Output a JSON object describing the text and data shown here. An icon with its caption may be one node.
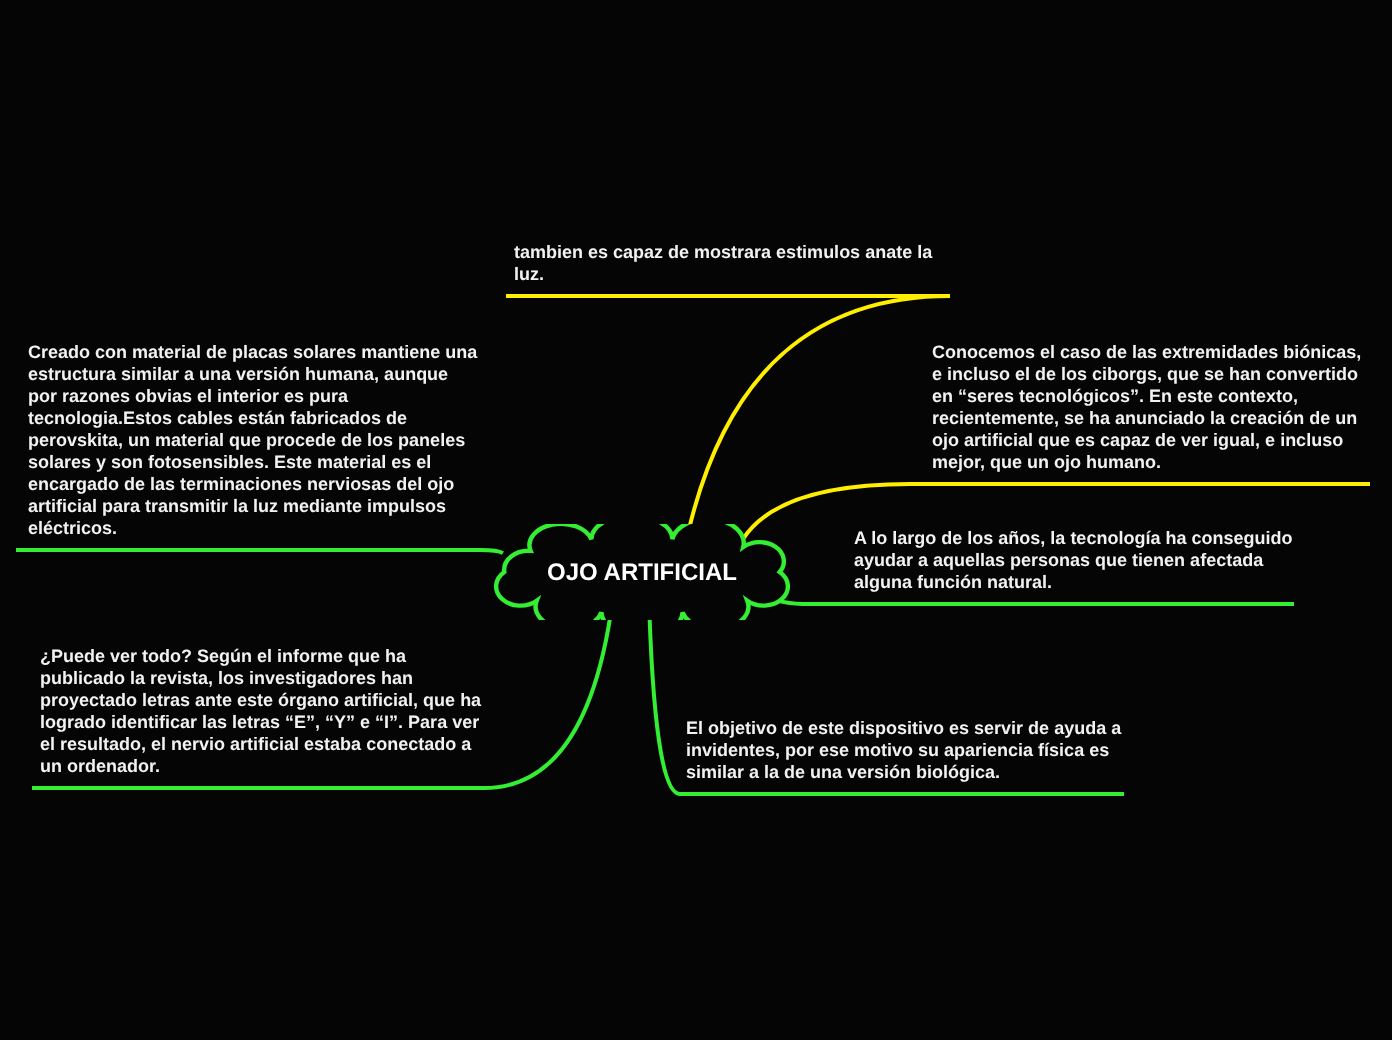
{
  "diagram": {
    "nodes": [
      {
        "text": [
          "OJO ARTIFICIAL"
        ]
      },
      {
        "text": [
          "tambien es capaz de mostrara estimulos anate la luz."
        ]
      },
      {
        "text": [
          "Conocemos el caso de las extremidades biónicas, e incluso el de los ciborgs, que se han convertido en “seres tecnológicos”. En este contexto, recientemente, se ha anunciado la creación de un ojo artificial que es capaz de ver igual, e incluso mejor, que un ojo humano."
        ]
      },
      {
        "text": [
          "A lo largo de los años, la tecnología ha conseguido ayudar a aquellas personas que tienen afectada alguna función natural."
        ]
      },
      {
        "text": [
          "El objetivo de este dispositivo es servir de ayuda a invidentes, por ese motivo su apariencia física es similar a la de una versión biológica."
        ]
      },
      {
        "text": [
          "¿Puede ver todo? Según el informe que ha publicado la revista, los investigadores han proyectado letras ante este órgano artificial, que ha logrado identificar las letras “E”, “Y” e “I”. Para ver el resultado, el nervio artificial estaba conectado a un ordenador."
        ]
      },
      {
        "text": [
          "Creado con material de placas solares mantiene una estructura similar a una versión humana, aunque por razones obvias el interior es pura tecnologia.Estos cables están fabricados de perovskita, un material que procede de los paneles solares y son fotosensibles. Este material es el encargado de las terminaciones nerviosas del ojo artificial para transmitir la luz mediante impulsos eléctricos."
        ]
      }
    ],
    "edges": [
      {
        "from": 0,
        "to": 1,
        "arrow": "none",
        "color": "#ffee00"
      },
      {
        "from": 0,
        "to": 2,
        "arrow": "none",
        "color": "#ffee00"
      },
      {
        "from": 0,
        "to": 3,
        "arrow": "none"
      },
      {
        "from": 0,
        "to": 4,
        "arrow": "none"
      },
      {
        "from": 0,
        "to": 5,
        "arrow": "none"
      },
      {
        "from": 0,
        "to": 6,
        "arrow": "none"
      }
    ]
  }
}
